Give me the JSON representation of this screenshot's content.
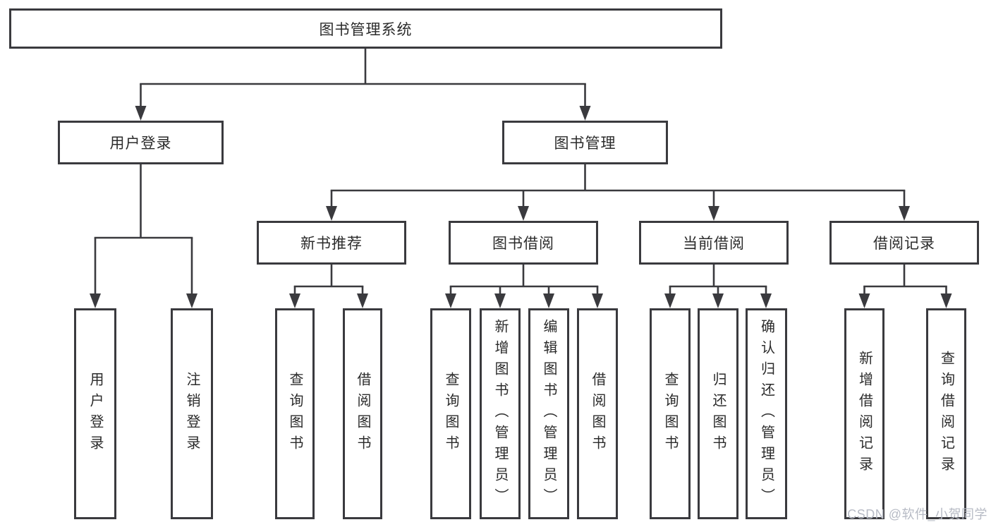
{
  "diagram": {
    "root": {
      "label": "图书管理系统"
    },
    "level2": [
      {
        "label": "用户登录"
      },
      {
        "label": "图书管理"
      }
    ],
    "level3": [
      {
        "label": "新书推荐"
      },
      {
        "label": "图书借阅"
      },
      {
        "label": "当前借阅"
      },
      {
        "label": "借阅记录"
      }
    ],
    "leaves": {
      "user_login": [
        {
          "label": "用户登录"
        },
        {
          "label": "注销登录"
        }
      ],
      "new_book": [
        {
          "label": "查询图书"
        },
        {
          "label": "借阅图书"
        }
      ],
      "book_borrow": [
        {
          "label": "查询图书"
        },
        {
          "label": "新增图书（管理员）"
        },
        {
          "label": "编辑图书（管理员）"
        },
        {
          "label": "借阅图书"
        }
      ],
      "current_borrow": [
        {
          "label": "查询图书"
        },
        {
          "label": "归还图书"
        },
        {
          "label": "确认归还（管理员）"
        }
      ],
      "borrow_record": [
        {
          "label": "新增借阅记录"
        },
        {
          "label": "查询借阅记录"
        }
      ]
    }
  },
  "watermark": "CSDN @软件_小贺同学",
  "colors": {
    "line": "#3a3a3e",
    "box_background": "#ffffff",
    "text": "#2b2b2b",
    "watermark": "#b7bbc5"
  }
}
